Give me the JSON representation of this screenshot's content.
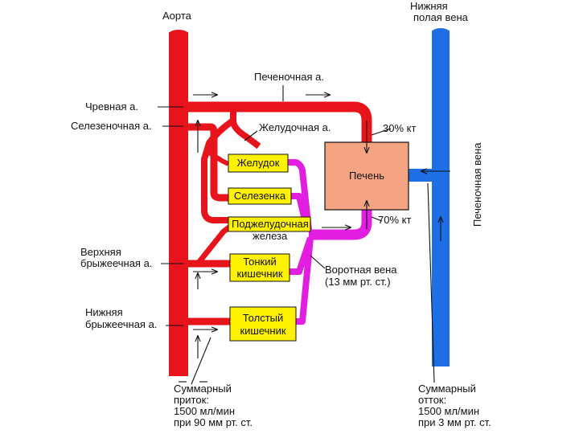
{
  "colors": {
    "artery": "#e8141c",
    "vein": "#1e6ee6",
    "portal": "#e21ee0",
    "organ_fill": "#fff200",
    "liver_fill": "#f4a483",
    "arrow": "#111111"
  },
  "labels": {
    "aorta": "Аорта",
    "ivc_line1": "Нижняя",
    "ivc_line2": "полая вена",
    "hepatic_artery": "Печеночная а.",
    "celiac": "Чревная а.",
    "splenic": "Селезеночная а.",
    "gastric": "Желудочная а.",
    "pct30": "30% кт",
    "pct70": "70% кт",
    "hepatic_vein": "Печеночная вена",
    "sma_line1": "Верхняя",
    "sma_line2": "брыжеечная а.",
    "ima_line1": "Нижняя",
    "ima_line2": "брыжеечная а.",
    "portal_line1": "Воротная вена",
    "portal_line2": "(13 мм рт. ст.)",
    "inflow_line1": "Суммарный",
    "inflow_line2": "приток:",
    "inflow_line3": "1500 мл/мин",
    "inflow_line4": "при 90 мм рт. ст.",
    "outflow_line1": "Суммарный",
    "outflow_line2": "отток:",
    "outflow_line3": "1500 мл/мин",
    "outflow_line4": "при 3 мм рт. ст."
  },
  "organs": {
    "liver": "Печень",
    "stomach": "Желудок",
    "spleen": "Селезенка",
    "pancreas_line1": "Поджелудочная",
    "pancreas_line2": "железа",
    "small_int_line1": "Тонкий",
    "small_int_line2": "кишечник",
    "large_int_line1": "Толстый",
    "large_int_line2": "кишечник"
  }
}
